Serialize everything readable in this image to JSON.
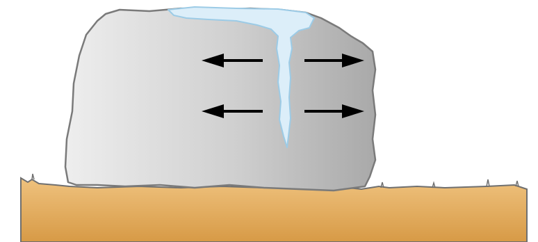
{
  "diagram": {
    "colors": {
      "background": "#ffffff",
      "ground_light": "#efc27e",
      "ground_dark": "#d79a46",
      "ground_outline": "#6f6f6f",
      "rock_light": "#eeeeee",
      "rock_mid": "#cfcfcf",
      "rock_dark": "#a9a9a9",
      "rock_outline": "#7a7a7a",
      "ice_fill": "#dceef9",
      "ice_outline": "#9ccbe6",
      "arrow": "#000000"
    },
    "arrows": [
      {
        "direction": "left"
      },
      {
        "direction": "right"
      },
      {
        "direction": "left"
      },
      {
        "direction": "right"
      }
    ]
  }
}
